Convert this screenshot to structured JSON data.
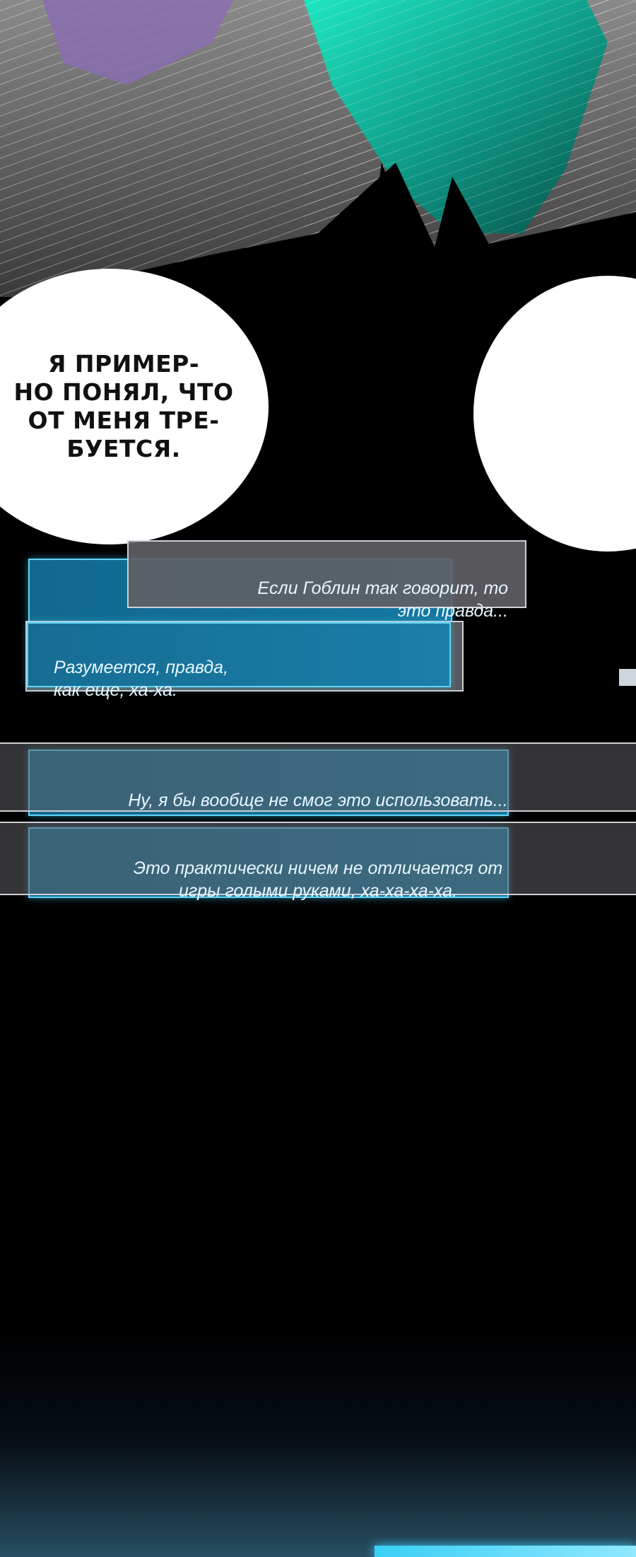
{
  "bubbles": {
    "left_text": "Я ПРИМЕР-\nНО ПОНЯЛ, ЧТО\nОТ МЕНЯ ТРЕ-\nБУЕТСЯ.",
    "right_text": ""
  },
  "dialogue": {
    "line1": "Если Гоблин так говорит, то\nэто правда...",
    "line2": "Разумеется, правда,\nкак еще, ха-ха.",
    "line3": "Ну, я бы вообще не смог это использовать...",
    "line4": "Это практически ничем не отличается от\nигры голыми руками, ха-ха-ха-ха."
  },
  "colors": {
    "system_blue": "#1a84b0",
    "system_border": "#5fd4f5",
    "bubble_fill": "#ffffff",
    "background": "#000000",
    "glow": "#3ad0f5"
  }
}
